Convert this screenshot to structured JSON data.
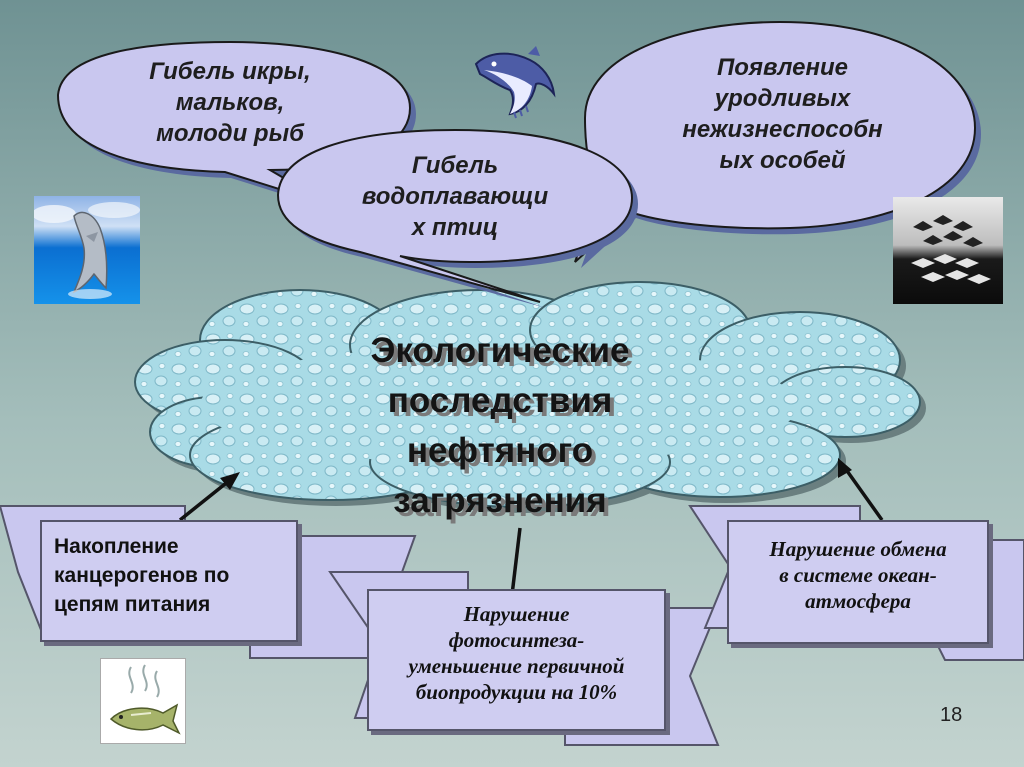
{
  "center": {
    "title": "Экологические\nпоследствия\nнефтяного\nзагрязнения"
  },
  "bubbles": [
    {
      "text": "Гибель икры,\nмальков,\nмолоди рыб"
    },
    {
      "text": "Гибель\nводоплавающи\nх птиц"
    },
    {
      "text": "Появление\nуродливых\nнежизнеспособн\nых особей"
    }
  ],
  "boxes": [
    {
      "text": "Накопление\nканцерогенов по\nцепям питания"
    },
    {
      "text": "Нарушение\nфотосинтеза-\nуменьшение первичной\nбиопродукции на 10%"
    },
    {
      "text": "Нарушение обмена\nв системе океан-\nатмосфера"
    }
  ],
  "page_number": "18",
  "colors": {
    "bubble_fill": "#c9c7ef",
    "box_fill": "#cfcdf1",
    "cloud_fill": "#a9dbe6",
    "background": "#8aa8a8"
  },
  "icons": [
    "whale-icon",
    "dolphin-photo",
    "escher-birds-fish-picture",
    "dead-fish-picture"
  ]
}
